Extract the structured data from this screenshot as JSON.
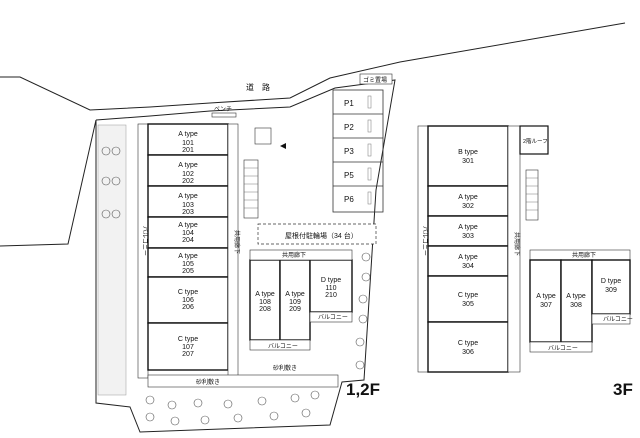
{
  "labels": {
    "road": "道　路",
    "bench": "ベンチ",
    "garbage": "ゴミ置場",
    "bike_parking": "屋根付駐輪場（34 台）",
    "balcony": "バルコニー",
    "corridor": "共用廊下",
    "gravel": "砂利敷き",
    "floor_12": "1,2F",
    "floor_3": "3F",
    "roof_2f": "2階ルーフ"
  },
  "parking": [
    "P1",
    "P2",
    "P3",
    "P5",
    "P6"
  ],
  "units_12f": [
    {
      "type": "A type",
      "rooms": "101\n201"
    },
    {
      "type": "A type",
      "rooms": "102\n202"
    },
    {
      "type": "A type",
      "rooms": "103\n203"
    },
    {
      "type": "A type",
      "rooms": "104\n204"
    },
    {
      "type": "A type",
      "rooms": "105\n205"
    },
    {
      "type": "C type",
      "rooms": "106\n206"
    },
    {
      "type": "C type",
      "rooms": "107\n207"
    }
  ],
  "units_12f_east": [
    {
      "type": "A type",
      "rooms": "108\n208"
    },
    {
      "type": "A type",
      "rooms": "109\n209"
    },
    {
      "type": "D type",
      "rooms": "110\n210"
    }
  ],
  "units_3f": [
    {
      "type": "B type",
      "rooms": "301"
    },
    {
      "type": "A type",
      "rooms": "302"
    },
    {
      "type": "A type",
      "rooms": "303"
    },
    {
      "type": "A type",
      "rooms": "304"
    },
    {
      "type": "C type",
      "rooms": "305"
    },
    {
      "type": "C type",
      "rooms": "306"
    }
  ],
  "units_3f_east": [
    {
      "type": "A type",
      "rooms": "307"
    },
    {
      "type": "A type",
      "rooms": "308"
    },
    {
      "type": "D type",
      "rooms": "309"
    }
  ]
}
